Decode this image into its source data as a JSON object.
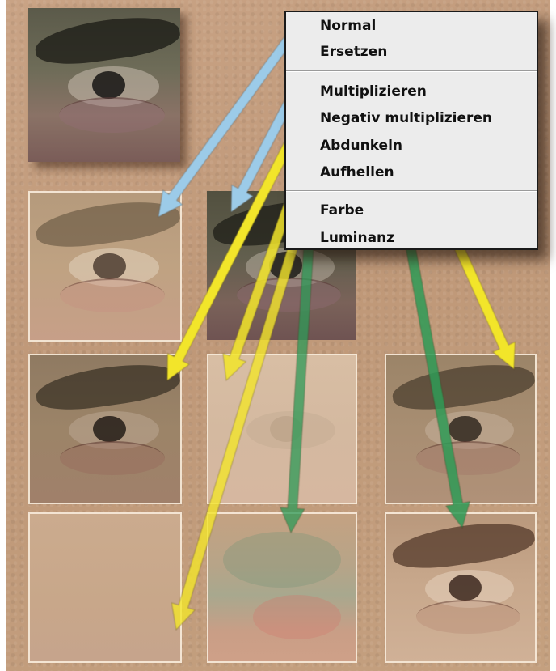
{
  "blend_menu": {
    "groups": [
      [
        "Normal",
        "Ersetzen"
      ],
      [
        "Multiplizieren",
        "Negativ multiplizieren",
        "Abdunkeln",
        "Aufhellen"
      ],
      [
        "Farbe",
        "Luminanz"
      ]
    ]
  },
  "colors": {
    "arrow_blue": "#9ccbe8",
    "arrow_yellow": "#f2e52a",
    "arrow_green": "#2e9a55",
    "background_leather": "#c29c7c",
    "tile_border": "#f3e6d4",
    "menu_background": "#ececec"
  },
  "tiles": [
    {
      "name": "source-photo",
      "effect": "source"
    },
    {
      "name": "result-normal",
      "effect": "normal"
    },
    {
      "name": "result-ersetzen",
      "effect": "ersetzen"
    },
    {
      "name": "result-multiplizieren",
      "effect": "multiplizieren"
    },
    {
      "name": "result-negativ-multiplizieren",
      "effect": "negativ-multiplizieren"
    },
    {
      "name": "result-abdunkeln",
      "effect": "abdunkeln"
    },
    {
      "name": "result-aufhellen",
      "effect": "aufhellen"
    },
    {
      "name": "result-farbe",
      "effect": "farbe"
    },
    {
      "name": "result-luminanz",
      "effect": "luminanz"
    }
  ]
}
